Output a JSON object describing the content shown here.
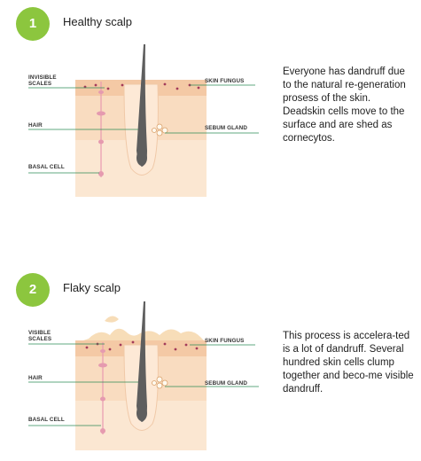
{
  "sections": [
    {
      "number": "1",
      "title": "Healthy scalp",
      "labels": {
        "scales": [
          "INVISIBLE",
          "SCALES"
        ],
        "skin_fungus": "SKIN FUNGUS",
        "hair": "HAIR",
        "sebum_gland": "SEBUM GLAND",
        "basal_cell": "BASAL CELL"
      },
      "description": "Everyone has dandruff due to the natural re-generation prosess of the skin. Deadskin cells move to the surface and are shed as cornecytos."
    },
    {
      "number": "2",
      "title": "Flaky scalp",
      "labels": {
        "scales": [
          "VISIBLE",
          "SCALES"
        ],
        "skin_fungus": "SKIN FUNGUS",
        "hair": "HAIR",
        "sebum_gland": "SEBUM GLAND",
        "basal_cell": "BASAL CELL"
      },
      "description": "This process is accelera-ted is a lot of dandruff. Several hundred skin cells clump together and beco-me visible dandruff."
    }
  ],
  "colors": {
    "badge": "#8cc63e",
    "leader_line": "#2e8b57",
    "skin_top": "#f4c9a5",
    "skin_mid": "#f9dcc0",
    "skin_bottom": "#fbe7d2",
    "hair": "#5e5e5e",
    "flake": "#f7ddb8"
  }
}
